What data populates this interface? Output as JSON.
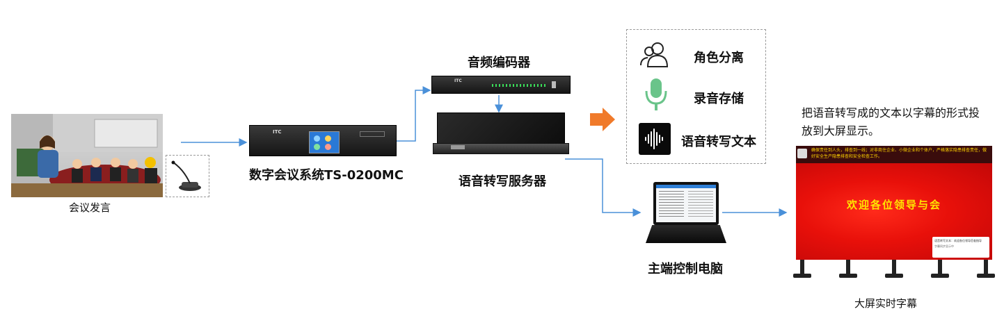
{
  "meeting": {
    "label": "会议发言"
  },
  "conference_system": {
    "label": "数字会议系统TS-0200MC",
    "brand": "ITC"
  },
  "audio_encoder": {
    "label": "音频编码器",
    "brand": "ITC"
  },
  "transcription_server": {
    "label": "语音转写服务器"
  },
  "features": [
    {
      "label": "角色分离",
      "icon": "people-icon"
    },
    {
      "label": "录音存储",
      "icon": "microphone-icon"
    },
    {
      "label": "语音转写文本",
      "icon": "waveform-icon"
    }
  ],
  "host_pc": {
    "label": "主端控制电脑"
  },
  "big_screen": {
    "description": "把语音转写成的文本以字幕的形式投放到大屏显示。",
    "label": "大屏实时字幕",
    "ticker": "确保责任到人头，排查到一线；对非商住企业、小微企业和个体户，严格落实隐患排查责任，做好安全生产隐患排查和安全检查工作。",
    "headline": "欢迎各位领导与会",
    "panel_line1": "语音转写文本：欢迎各位领导莅临指导",
    "panel_line2": "字幕同步显示中"
  },
  "colors": {
    "arrow": "#4a90d9",
    "big_arrow": "#f07a2a",
    "screen_red": "#e8100a",
    "icon_green": "#6ac48a"
  }
}
